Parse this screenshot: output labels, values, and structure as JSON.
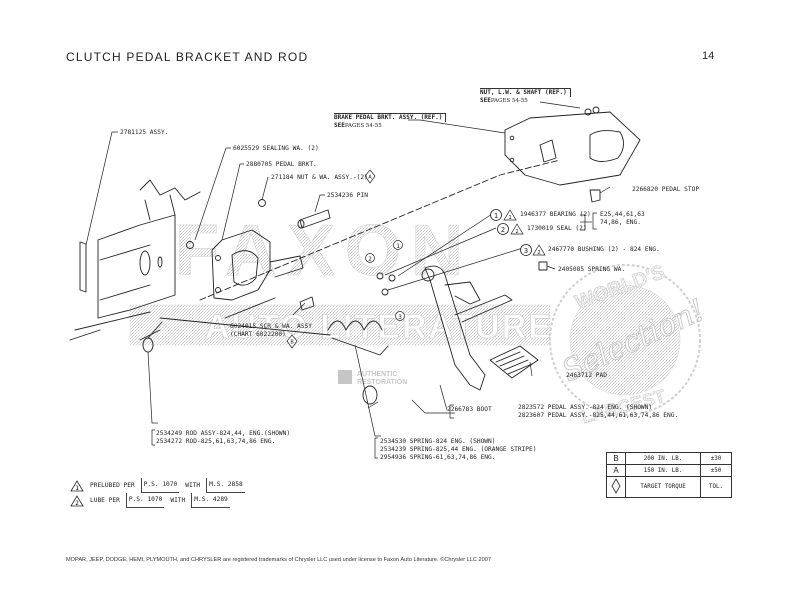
{
  "header": {
    "title": "CLUTCH PEDAL BRACKET AND ROD",
    "page_number": "14"
  },
  "references": {
    "brake_bracket": {
      "line1": "BRAKE PEDAL BRKT. ASSY. (REF.)",
      "see": "SEE",
      "pages": "PAGES 54-55"
    },
    "nut_shaft": {
      "line1": "NUT, L.W. & SHAFT (REF.)",
      "see": "SEE",
      "pages": "PAGES 54-55"
    }
  },
  "callouts": {
    "assy": "2781125 ASSY.",
    "sealing_washer": "6025529 SEALING WA. (2)",
    "pedal_bracket": "2880705 PEDAL BRKT.",
    "nut_washer": "271184 NUT & WA. ASSY.-(2)",
    "nut_washer_torque": "A",
    "pin": "2534236 PIN",
    "pedal_stop": "2266820 PEDAL STOP",
    "bearing": "1946377 BEARING (2)",
    "seal": "1730019 SEAL (2)",
    "bearing_seal_eng_line1": "E25,44,61,63",
    "bearing_seal_eng_line2": "74,86, ENG.",
    "bushing": "2467770 BUSHING (2) - 824 ENG.",
    "spring_washer": "2405085 SPRING WA.",
    "screw_washer_line1": "6024015 SCR & WA. ASSY",
    "screw_washer_line2": "(CHART 6022200)",
    "screw_washer_torque": "B",
    "pad": "2463712 PAD",
    "boot": "2266783 BOOT",
    "pedal_assy_1": "2823572 PEDAL ASSY.-824 ENG. (SHOWN)",
    "pedal_assy_2": "2823607 PEDAL ASSY.-825,44,61,63,74,86 ENG.",
    "rod_1": "2534249 ROD ASSY-824,44, ENG.(SHOWN)",
    "rod_2": "2534272 ROD-825,61,63,74,86 ENG.",
    "spring_1": "2534530 SPRING-824 ENG. (SHOWN)",
    "spring_2": "2534239 SPRING-825,44 ENG. (ORANGE STRIPE)",
    "spring_3": "2954936 SPRING-61,63,74,86 ENG."
  },
  "item_markers": [
    "1",
    "2",
    "3"
  ],
  "notes": [
    {
      "marker": "1",
      "prefix": "PRELUBED PER",
      "spec": "P.S. 1070",
      "mid": "WITH",
      "material": "M.S. 2858"
    },
    {
      "marker": "2",
      "prefix": "LUBE PER",
      "spec": "P.S. 1070",
      "mid": "WITH",
      "material": "M.S. 4289"
    }
  ],
  "torque_table": {
    "rows": [
      {
        "key": "B",
        "value": "200 IN. LB.",
        "tol": "±30"
      },
      {
        "key": "A",
        "value": "150 IN. LB.",
        "tol": "±50"
      }
    ],
    "header_label": "TARGET TORQUE",
    "header_tol": "TOL."
  },
  "watermark": {
    "brand_line1": "FAXON",
    "brand_line2": "AUTO LITERATURE",
    "stamp_top": "WORLD'S",
    "stamp_mid": "Selection!",
    "stamp_bottom": "LARGEST",
    "badge_line1": "AUTHENTIC",
    "badge_line2": "RESTORATION"
  },
  "footer": {
    "trademark": "MOPAR, JEEP, DODGE, HEMI, PLYMOUTH, and CHRYSLER are registered trademarks of Chrysler LLC used under license to Faxon Auto Literature. ©Chrysler LLC 2007"
  }
}
